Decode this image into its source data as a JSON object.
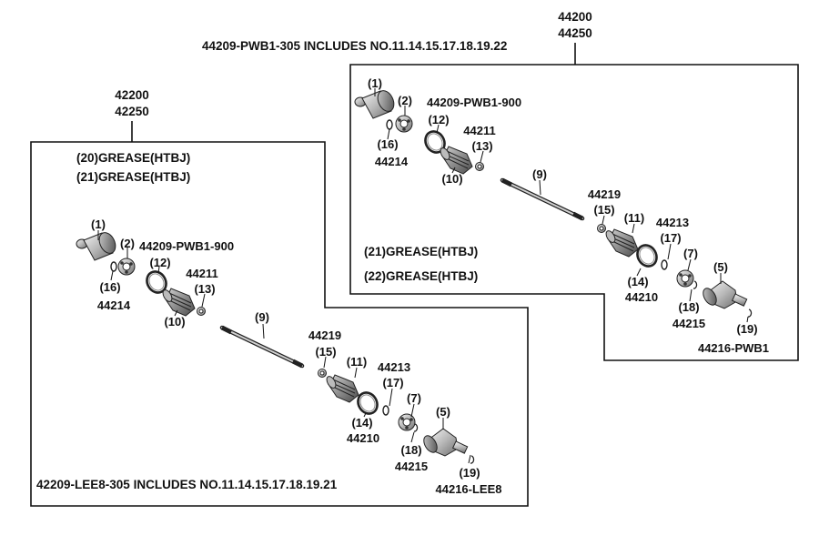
{
  "left_assembly": {
    "part_numbers": [
      "42200",
      "42250"
    ],
    "grease_notes": [
      "(20)GREASE(HTBJ)",
      "(21)GREASE(HTBJ)"
    ],
    "includes_note": "42209-LEE8-305  INCLUDES NO.11.14.15.17.18.19.21",
    "labels": {
      "c1": "(1)",
      "c2": "(2)",
      "p44209": "44209-PWB1-900",
      "c12": "(12)",
      "p44211": "44211",
      "c13": "(13)",
      "c16": "(16)",
      "p44214": "44214",
      "c10": "(10)",
      "c9": "(9)",
      "p44219": "44219",
      "c15": "(15)",
      "c11": "(11)",
      "p44213": "44213",
      "c17": "(17)",
      "c7": "(7)",
      "c5": "(5)",
      "c14": "(14)",
      "p44210": "44210",
      "c18": "(18)",
      "p44215": "44215",
      "c19": "(19)",
      "p44216": "44216-LEE8"
    }
  },
  "right_assembly": {
    "part_numbers": [
      "44200",
      "44250"
    ],
    "includes_note": "44209-PWB1-305 INCLUDES NO.11.14.15.17.18.19.22",
    "grease_notes": [
      "(21)GREASE(HTBJ)",
      "(22)GREASE(HTBJ)"
    ],
    "labels": {
      "c1": "(1)",
      "c2": "(2)",
      "p44209": "44209-PWB1-900",
      "c12": "(12)",
      "p44211": "44211",
      "c13": "(13)",
      "c16": "(16)",
      "p44214": "44214",
      "c10": "(10)",
      "c9": "(9)",
      "p44219": "44219",
      "c15": "(15)",
      "c11": "(11)",
      "p44213": "44213",
      "c17": "(17)",
      "c7": "(7)",
      "c5": "(5)",
      "c14": "(14)",
      "p44210": "44210",
      "c18": "(18)",
      "p44215": "44215",
      "c19": "(19)",
      "p44216": "44216-PWB1"
    }
  }
}
